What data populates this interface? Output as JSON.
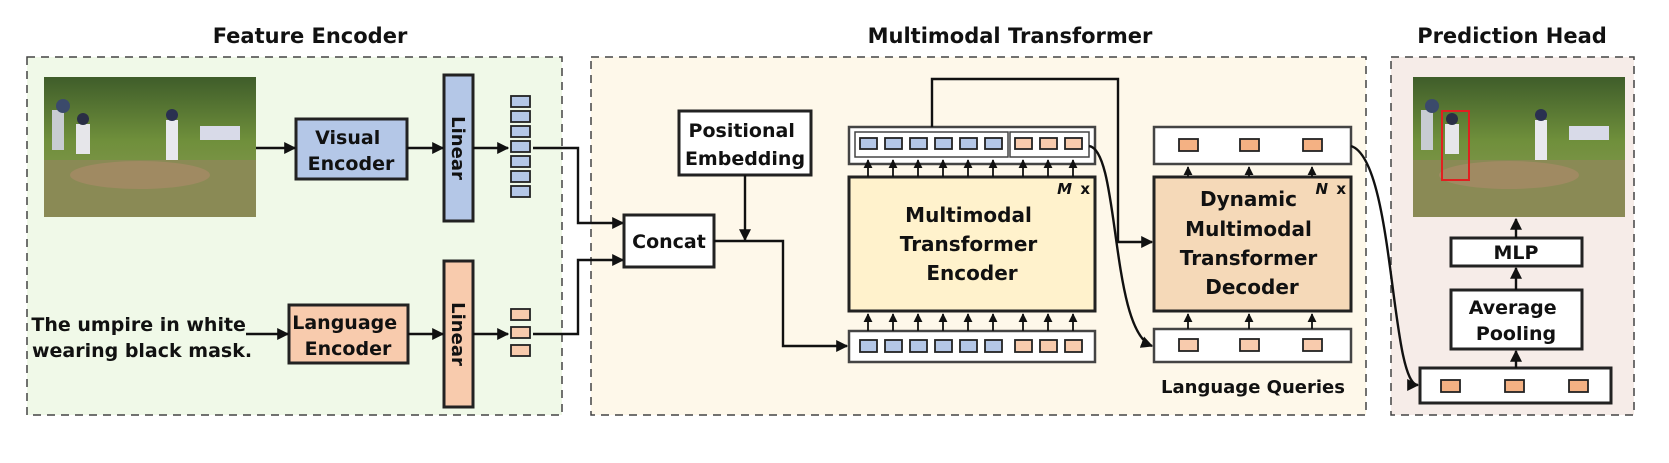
{
  "sections": {
    "feature_encoder": "Feature Encoder",
    "multimodal_transformer": "Multimodal Transformer",
    "prediction_head": "Prediction Head"
  },
  "feature_encoder": {
    "visual_encoder": [
      "Visual",
      "Encoder"
    ],
    "language_encoder": [
      "Language",
      "Encoder"
    ],
    "linear_top": "Linear",
    "linear_bottom": "Linear",
    "query_text": [
      "The umpire in white",
      "wearing black mask."
    ]
  },
  "multimodal_transformer": {
    "positional_embedding": [
      "Positional",
      "Embedding"
    ],
    "concat": "Concat",
    "encoder": [
      "Multimodal",
      "Transformer",
      "Encoder"
    ],
    "encoder_repeat": "M",
    "decoder": [
      "Dynamic",
      "Multimodal",
      "Transformer",
      "Decoder"
    ],
    "decoder_repeat": "N",
    "repeat_suffix": "x",
    "language_queries": "Language Queries"
  },
  "prediction_head": {
    "mlp": "MLP",
    "average_pooling": [
      "Average",
      "Pooling"
    ]
  },
  "colors": {
    "visual_blue": "#b4c7e7",
    "language_peach": "#f8cbad",
    "query_orange": "#f4b183",
    "encoder_yellow": "#fff2cc",
    "decoder_tan": "#f5d9b8",
    "panel_green": "#f0f9e8",
    "panel_cream": "#fef8ea",
    "panel_pink": "#f6ece8",
    "box_white": "#ffffff"
  },
  "icons": {
    "input_image": "baseball-photo-icon",
    "output_image": "baseball-photo-with-box-icon"
  }
}
